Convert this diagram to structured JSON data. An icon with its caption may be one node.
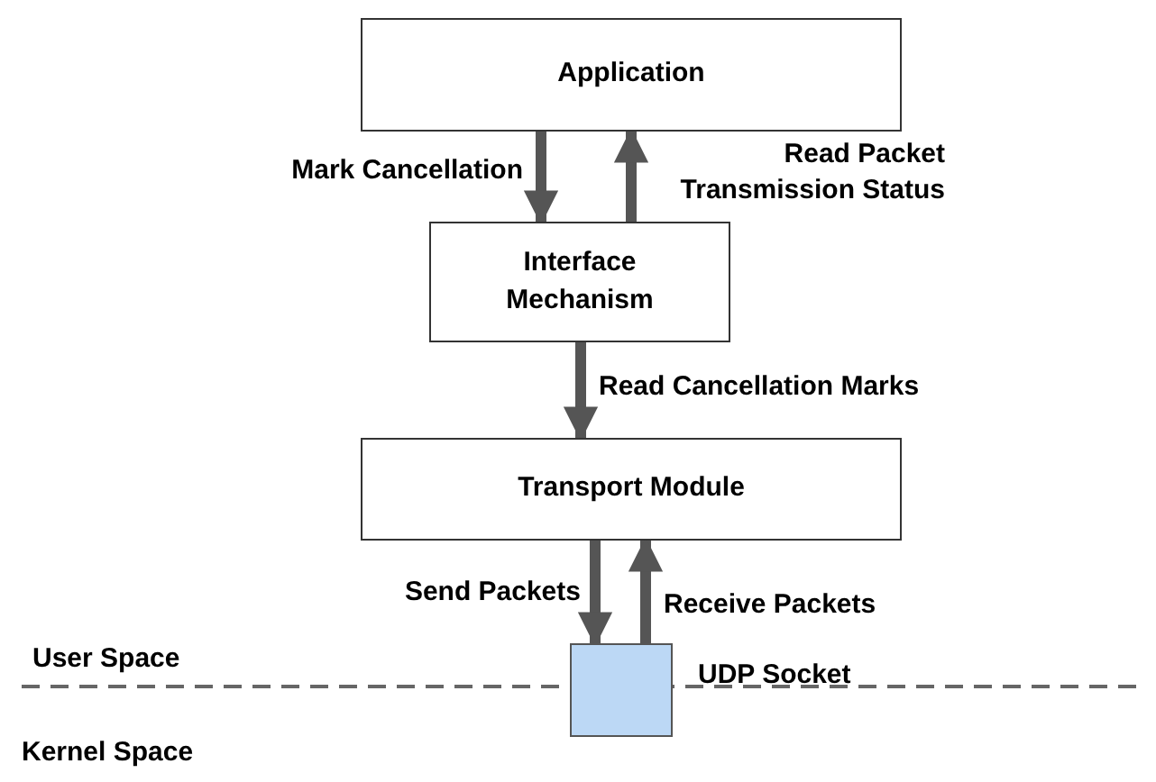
{
  "diagram": {
    "nodes": [
      {
        "text": [
          "Application"
        ]
      },
      {
        "text": [
          "Interface Mechanism"
        ]
      },
      {
        "text": [
          "Transport Module"
        ]
      },
      {
        "text": [],
        "shape": "box",
        "beside": [
          "UDP Socket"
        ]
      }
    ],
    "edges": [
      {
        "from": 0,
        "to": 1,
        "arrow": "to",
        "label": "Mark Cancellation"
      },
      {
        "from": 1,
        "to": 0,
        "arrow": "to",
        "label": "Read Packet Transmission Status"
      },
      {
        "from": 1,
        "to": 2,
        "arrow": "to",
        "label": "Read Cancellation Marks"
      },
      {
        "from": 2,
        "to": 3,
        "arrow": "to",
        "label": "Send Packets"
      },
      {
        "from": 3,
        "to": 2,
        "arrow": "to",
        "label": "Receive Packets"
      }
    ],
    "labels": [
      "User Space",
      "Kernel Space"
    ]
  }
}
